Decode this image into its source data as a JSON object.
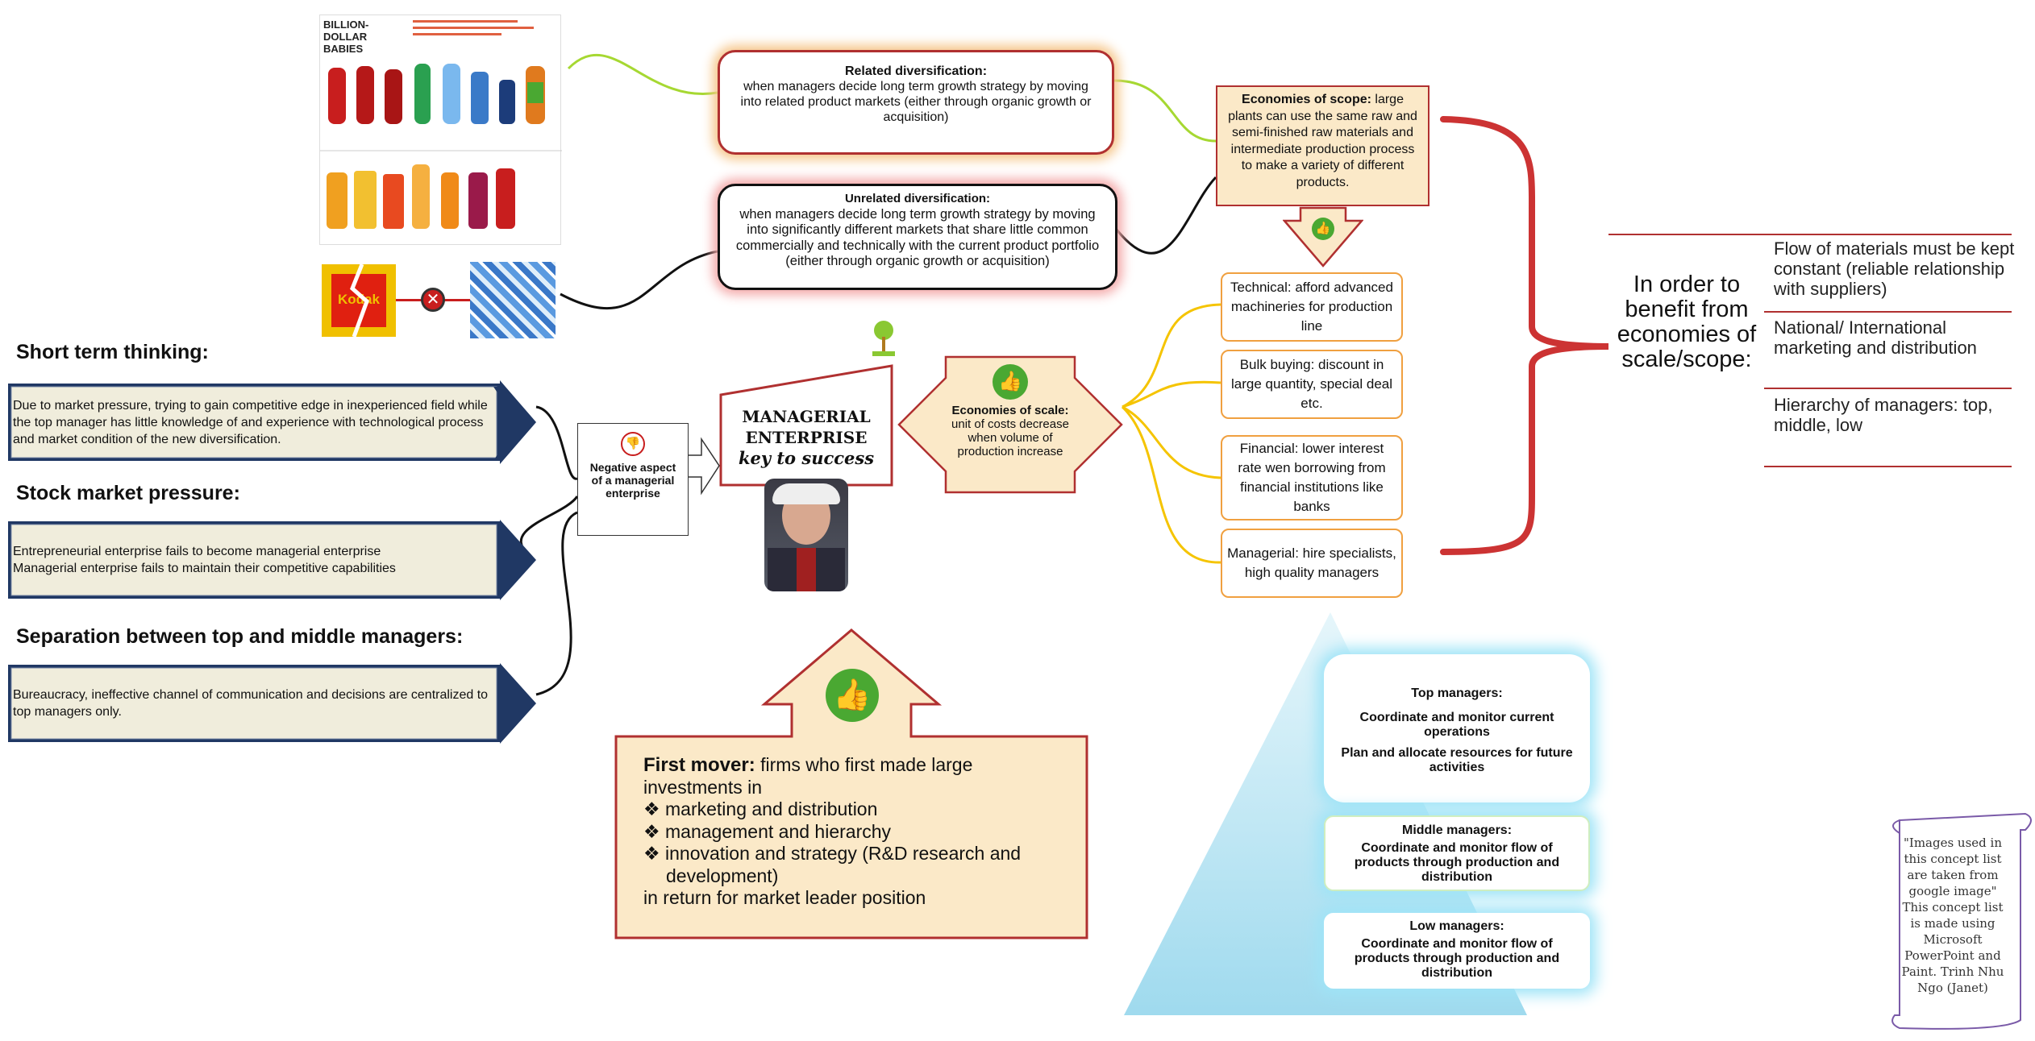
{
  "left": {
    "h1": "Short term thinking:",
    "b1": "Due to market pressure, trying to gain competitive edge in inexperienced field while the top manager has little  knowledge of and experience with technological process and market condition  of the new diversification.",
    "h2": "Stock market pressure:",
    "b2a": "Entrepreneurial enterprise fails to become managerial enterprise",
    "b2b": "Managerial enterprise fails to maintain their competitive capabilities",
    "h3": "Separation between top and middle managers:",
    "b3": "Bureaucracy,  ineffective channel of communication  and decisions are centralized to top managers only."
  },
  "negative": "Negative aspect of a managerial enterprise",
  "center": {
    "title1": "MANAGERIAL",
    "title2": "ENTERPRISE",
    "title3": "key to success"
  },
  "scale": {
    "bold": "Economies of scale:",
    "text": " unit of costs decrease when volume of production increase"
  },
  "first_mover": {
    "bold": "First mover:",
    "text": " firms who first made large investments in",
    "items": [
      "marketing and distribution",
      "management and hierarchy",
      "innovation and strategy (R&D research and development)"
    ],
    "end": " in return for market leader position"
  },
  "related": {
    "title": "Related diversification:",
    "text": "when managers decide long term growth strategy by moving into related product markets (either through organic growth or acquisition)"
  },
  "unrelated": {
    "title": "Unrelated diversification:",
    "text": "when managers decide long term growth strategy by moving into significantly different markets that share little common commercially and technically with the current product portfolio (either through organic growth or acquisition)"
  },
  "scope": {
    "bold": "Economies of scope:",
    "text": " large plants can use the same raw and semi-finished raw materials and intermediate production process to make a variety of different products."
  },
  "types": {
    "technical": "Technical: afford advanced machineries for production line",
    "bulk": "Bulk buying: discount in large quantity, special deal etc.",
    "financial": "Financial: lower interest rate wen borrowing from financial institutions like banks",
    "managerial": "Managerial: hire specialists, high quality managers"
  },
  "benefit": {
    "title": "In order to benefit from economies of scale/scope:",
    "r1": "Flow of materials must be kept constant (reliable relationship with suppliers)",
    "r2": "National/ International marketing and distribution",
    "r3": "Hierarchy of managers: top, middle, low"
  },
  "pyramid": {
    "top_title": "Top managers:",
    "top_l1": "Coordinate and monitor  current operations",
    "top_l2": "Plan and allocate  resources for future activities",
    "mid_title": "Middle managers:",
    "mid_text": "Coordinate and monitor  flow of products through production  and distribution",
    "low_title": "Low managers:",
    "low_text": "Coordinate and monitor  flow of products through production  and distribution"
  },
  "bottles": {
    "title": "BILLION-DOLLAR BABIES"
  },
  "kodak": "Kodak",
  "scroll": "\"Images used in this concept list are taken from google image\" This concept list is made using Microsoft PowerPoint and Paint. Trinh Nhu Ngo (Janet)",
  "colors": {
    "navy": "#203864",
    "arrow_fill": "#f0eddc",
    "red_border": "#b03030",
    "orange": "#f0a040",
    "peach": "#fbe9c8",
    "green": "#4aa832",
    "pyramid_blue": "#bfe6f3"
  }
}
